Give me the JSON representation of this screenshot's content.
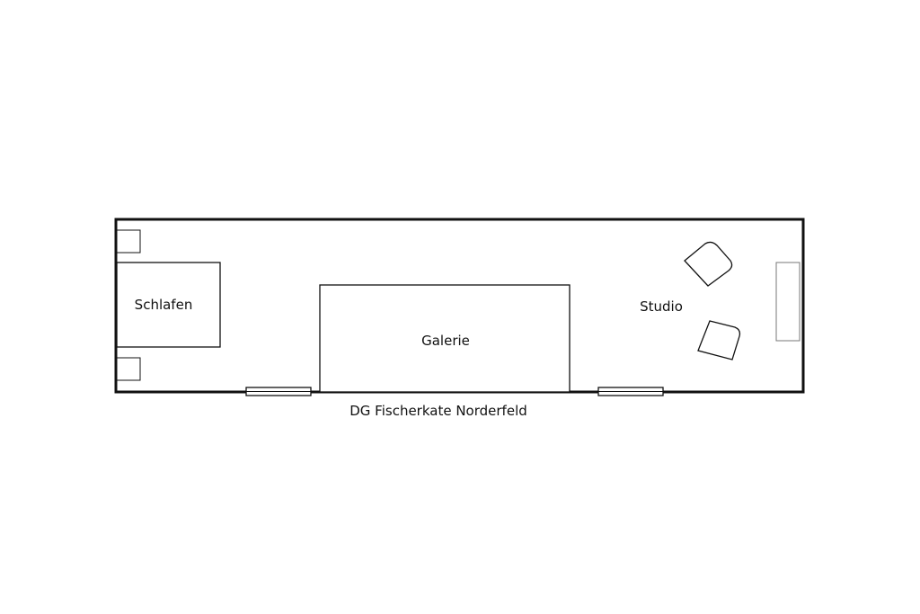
{
  "plan": {
    "caption": "DG Fischerkate Norderfeld",
    "rooms": {
      "schlafen": "Schlafen",
      "galerie": "Galerie",
      "studio": "Studio"
    }
  },
  "colors": {
    "line": "#111111",
    "background": "#ffffff",
    "fixture": "#777777"
  }
}
